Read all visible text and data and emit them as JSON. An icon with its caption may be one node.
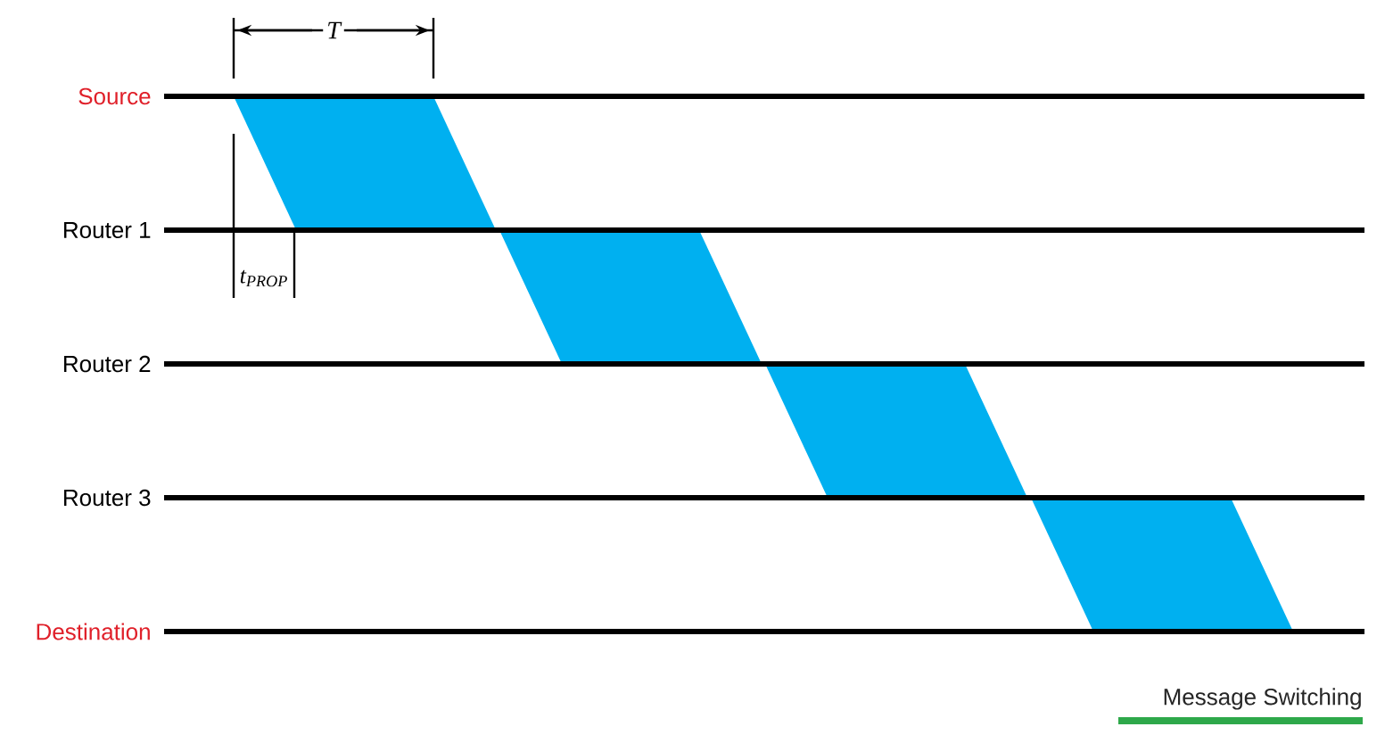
{
  "diagram": {
    "caption": "Message Switching",
    "nodes": [
      {
        "text": [],
        "shape": "parallelogram"
      },
      {
        "text": [],
        "shape": "parallelogram"
      },
      {
        "text": [],
        "shape": "parallelogram"
      },
      {
        "text": [],
        "shape": "parallelogram"
      }
    ],
    "labels": [
      "Source",
      "Router 1",
      "Router 2",
      "Router 3",
      "Destination",
      "T",
      "t$_{PROP}$"
    ]
  }
}
